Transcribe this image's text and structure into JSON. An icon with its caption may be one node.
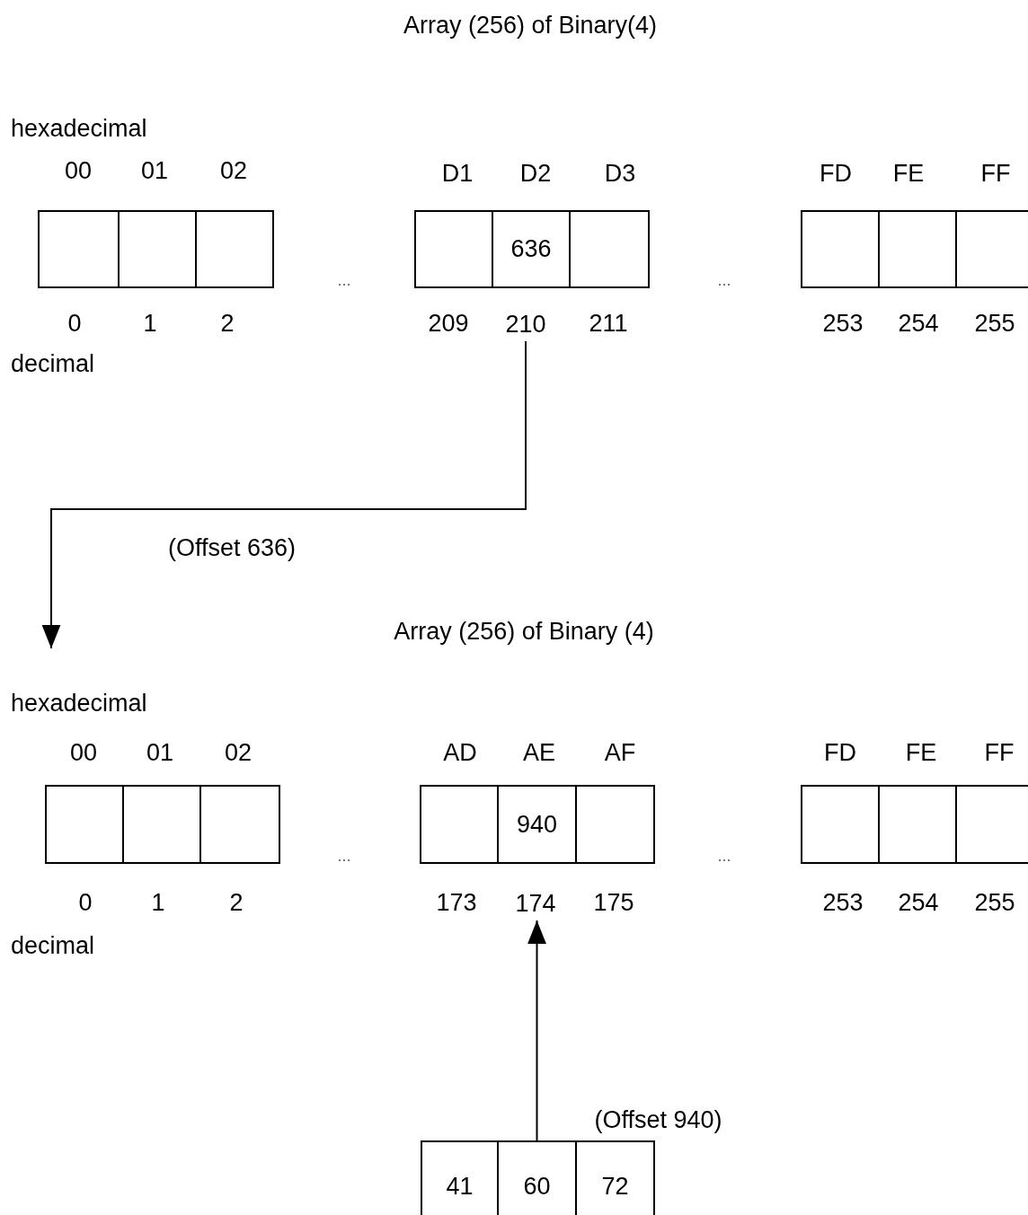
{
  "diagram": {
    "title": "Array (256) of Binary(4)",
    "nodes": [
      {
        "text": [],
        "shape": "box"
      },
      {
        "text": [],
        "shape": "box"
      },
      {
        "text": [],
        "shape": "box"
      },
      {
        "text": [],
        "shape": "box"
      },
      {
        "text": [
          "636"
        ]
      },
      {
        "text": [],
        "shape": "box"
      },
      {
        "text": [],
        "shape": "box"
      },
      {
        "text": [],
        "shape": "box"
      },
      {
        "text": [],
        "shape": "box"
      },
      {
        "text": [],
        "shape": "box"
      },
      {
        "text": [],
        "shape": "box"
      },
      {
        "text": [],
        "shape": "box"
      },
      {
        "text": [],
        "shape": "box"
      },
      {
        "text": [
          "940"
        ]
      },
      {
        "text": [],
        "shape": "box"
      },
      {
        "text": [],
        "shape": "box"
      },
      {
        "text": [],
        "shape": "box"
      },
      {
        "text": [],
        "shape": "box"
      },
      {
        "text": [
          "41"
        ]
      },
      {
        "text": [
          "60"
        ]
      },
      {
        "text": [
          "72"
        ]
      },
      {
        "text": [
          "210"
        ]
      },
      {
        "text": [
          "174"
        ]
      }
    ],
    "edges": [
      {
        "from": 21,
        "to": null,
        "arrow": "to",
        "label": "(Offset 636)"
      },
      {
        "from": 19,
        "to": 22,
        "arrow": "to",
        "label": "(Offset 940)"
      }
    ],
    "labels": [
      "hexadecimal",
      "00",
      "01",
      "02",
      "D1",
      "D2",
      "D3",
      "FD",
      "FE",
      "FF",
      "...",
      "...",
      "0",
      "1",
      "2",
      "209",
      "211",
      "253",
      "254",
      "255",
      "decimal",
      "Array (256) of Binary (4)",
      "hexadecimal",
      "00",
      "01",
      "02",
      "AD",
      "AE",
      "AF",
      "FD",
      "FE",
      "FF",
      "...",
      "...",
      "0",
      "1",
      "2",
      "173",
      "175",
      "253",
      "254",
      "255",
      "decimal"
    ]
  }
}
